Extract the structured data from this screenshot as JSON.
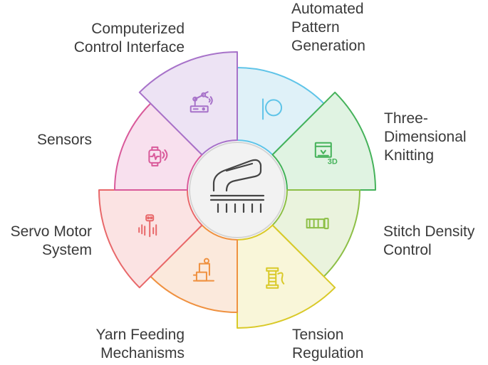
{
  "diagram": {
    "center": {
      "icon": "knitting-machine-icon"
    },
    "segments": [
      {
        "id": "pattern",
        "lines": [
          "Automated",
          "Pattern",
          "Generation"
        ],
        "icon": "pattern-icon",
        "fill": "#dff1f8",
        "stroke": "#5fc4e8"
      },
      {
        "id": "3d",
        "lines": [
          "Three-",
          "Dimensional",
          "Knitting"
        ],
        "icon": "3d-print-icon",
        "fill": "#e0f3e2",
        "stroke": "#45b25a"
      },
      {
        "id": "stitch",
        "lines": [
          "Stitch Density",
          "Control"
        ],
        "icon": "ruler-icon",
        "fill": "#eaf3dd",
        "stroke": "#8dbf46"
      },
      {
        "id": "tension",
        "lines": [
          "Tension",
          "Regulation"
        ],
        "icon": "spool-icon",
        "fill": "#f9f6d9",
        "stroke": "#d9c928"
      },
      {
        "id": "yarn",
        "lines": [
          "Yarn Feeding",
          "Mechanisms"
        ],
        "icon": "sewing-machine-icon",
        "fill": "#fbe9dc",
        "stroke": "#ef9140"
      },
      {
        "id": "servo",
        "lines": [
          "Servo Motor",
          "System"
        ],
        "icon": "motor-icon",
        "fill": "#fbe3e3",
        "stroke": "#e8686a"
      },
      {
        "id": "sensors",
        "lines": [
          "Sensors"
        ],
        "icon": "smartwatch-icon",
        "fill": "#f8e0ee",
        "stroke": "#d95a9a"
      },
      {
        "id": "control",
        "lines": [
          "Computerized",
          "Control Interface"
        ],
        "icon": "robot-arm-icon",
        "fill": "#ede3f4",
        "stroke": "#a772c9"
      }
    ]
  }
}
